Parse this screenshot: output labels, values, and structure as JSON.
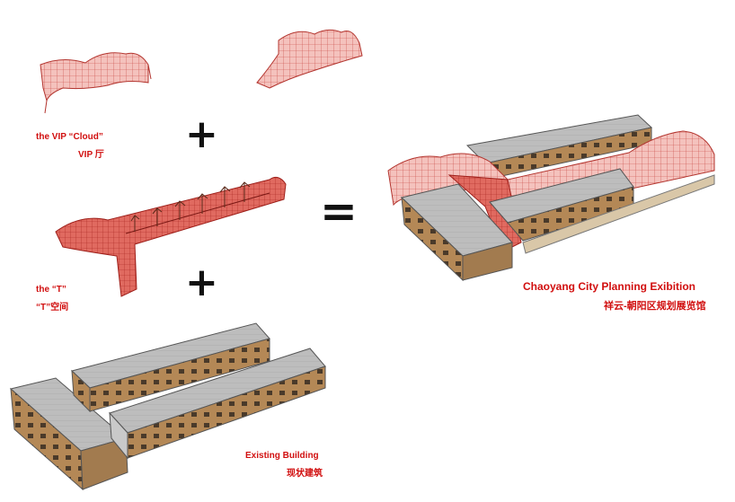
{
  "labels": {
    "vip_cloud_en": "the VIP “Cloud”",
    "vip_cloud_cn": "VIP 厅",
    "t_space_en": "the “T”",
    "t_space_cn": "“T”空间",
    "existing_en": "Existing Building",
    "existing_cn": "现状建筑",
    "result_en": "Chaoyang City Planning Exibition",
    "result_cn": "祥云-朝阳区规划展览馆"
  },
  "operators": {
    "plus": "+",
    "equals": "="
  },
  "colors": {
    "label_red": "#d10f0f",
    "mesh_fill": "#f2b9b5",
    "mesh_line": "#c8443e",
    "t_red": "#d93a32",
    "roof": "#b9b9b9",
    "brick": "#b48856"
  }
}
